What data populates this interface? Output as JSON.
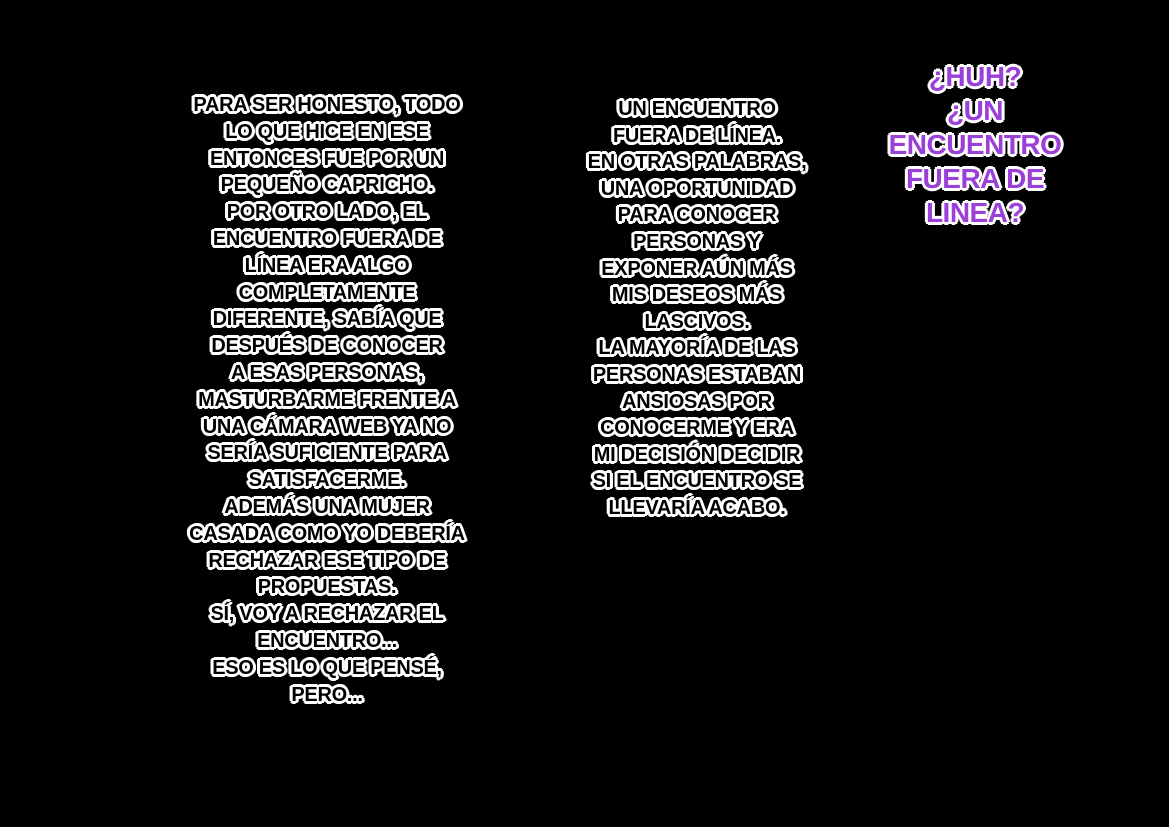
{
  "colors": {
    "background": "#000000",
    "text_fill": "#000000",
    "text_outline": "#ffffff",
    "accent_purple": "#9a3fd8"
  },
  "left_caption": {
    "lines": [
      "PARA SER HONESTO, TODO",
      "LO QUE HICE EN ESE",
      "ENTONCES FUE POR UN",
      "PEQUEÑO CAPRICHO.",
      "POR OTRO LADO, EL",
      "ENCUENTRO FUERA DE",
      "LÍNEA ERA ALGO",
      "COMPLETAMENTE",
      "DIFERENTE, SABÍA QUE",
      "DESPUÉS DE CONOCER",
      "A ESAS PERSONAS,",
      "MASTURBARME FRENTE A",
      "UNA CÁMARA WEB YA NO",
      "SERÍA SUFICIENTE PARA",
      "SATISFACERME.",
      "ADEMÁS UNA MUJER",
      "CASADA COMO YO DEBERÍA",
      "RECHAZAR ESE TIPO DE",
      "PROPUESTAS.",
      "SÍ, VOY A RECHAZAR EL",
      "ENCUENTRO...",
      "ESO ES LO QUE PENSÉ,",
      "PERO..."
    ]
  },
  "middle_caption": {
    "lines": [
      "UN ENCUENTRO",
      "FUERA DE LÍNEA.",
      "EN OTRAS PALABRAS,",
      "UNA OPORTUNIDAD",
      "PARA CONOCER",
      "PERSONAS Y",
      "EXPONER AÚN MÁS",
      "MIS DESEOS MÁS",
      "LASCIVOS.",
      "LA MAYORÍA DE LAS",
      "PERSONAS ESTABAN",
      "ANSIOSAS POR",
      "CONOCERME Y ERA",
      "MI DECISIÓN DECIDIR",
      "SI EL ENCUENTRO SE",
      "LLEVARÍA ACABO."
    ]
  },
  "right_caption": {
    "lines": [
      "¿HUH?",
      "¿UN",
      "ENCUENTRO",
      "FUERA DE",
      "LINEA?"
    ]
  }
}
